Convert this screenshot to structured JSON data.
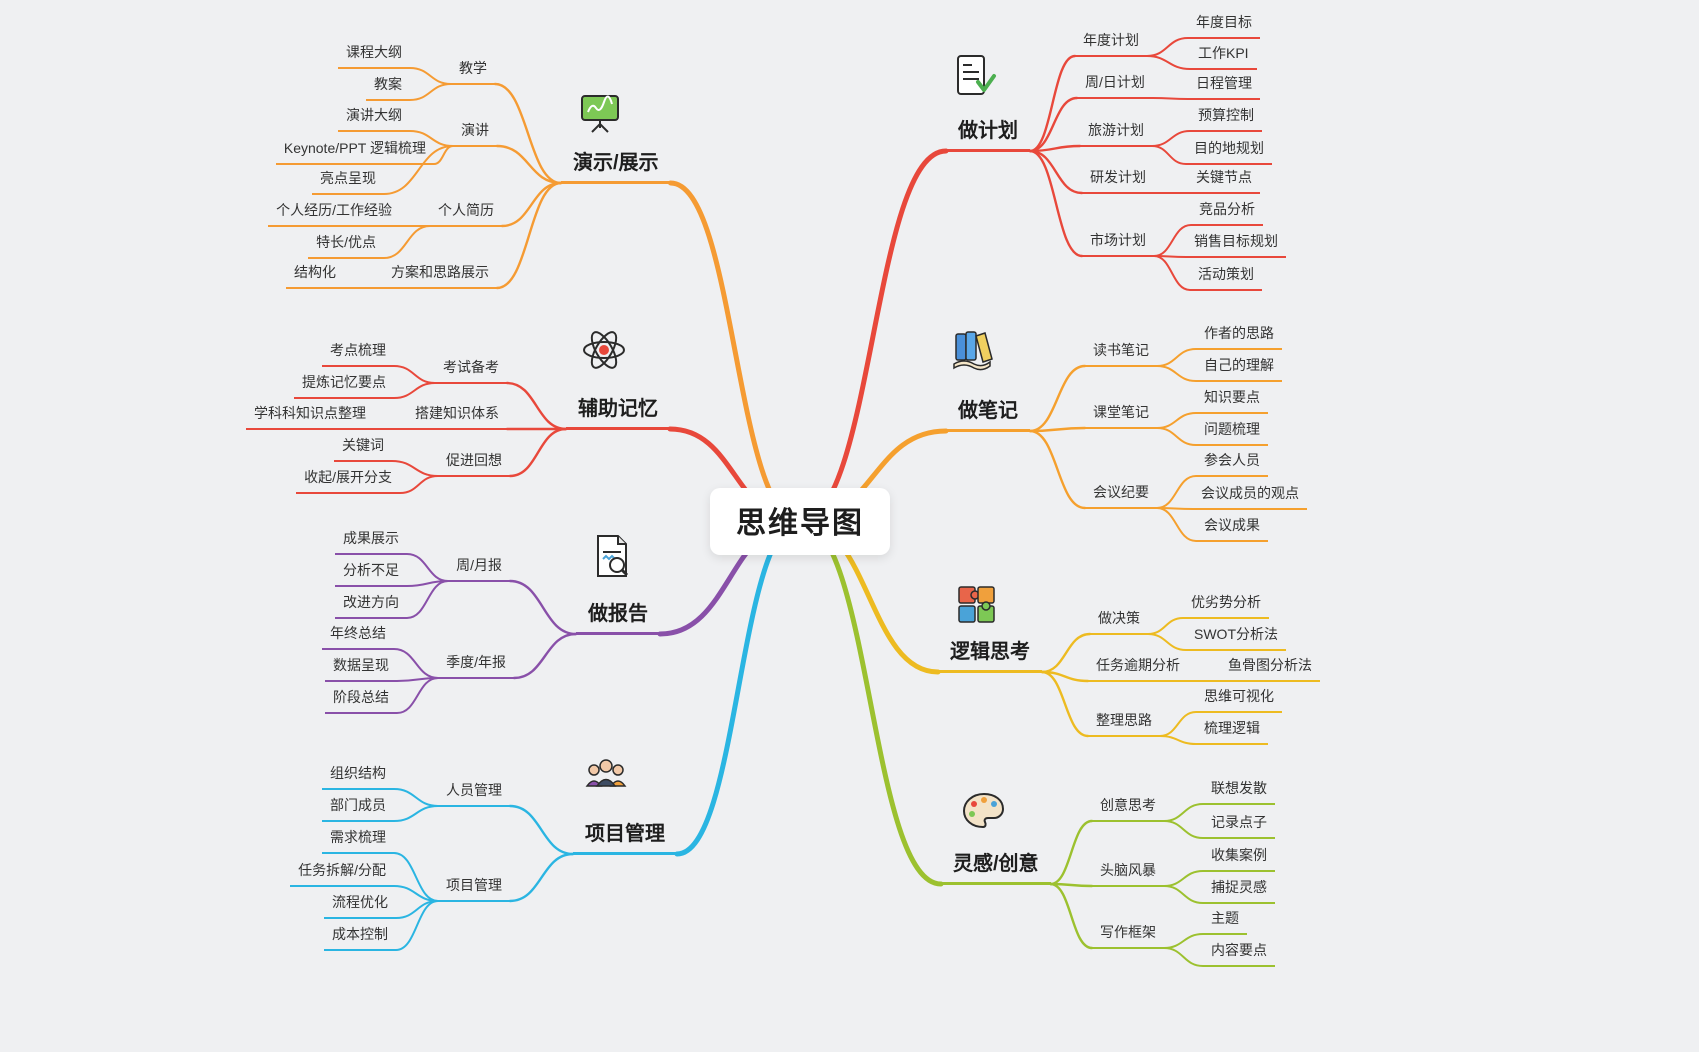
{
  "background_color": "#eff0f2",
  "center": {
    "label": "思维导图"
  },
  "branches": [
    {
      "label": "做计划",
      "color": "#e8483b",
      "icon": "clipboard-check-icon",
      "side": "right",
      "children": [
        {
          "label": "年度计划",
          "leaves": [
            "年度目标",
            "工作KPI"
          ]
        },
        {
          "label": "周/日计划",
          "leaves": [
            "日程管理"
          ]
        },
        {
          "label": "旅游计划",
          "leaves": [
            "预算控制",
            "目的地规划"
          ]
        },
        {
          "label": "研发计划",
          "leaves": [
            "关键节点"
          ]
        },
        {
          "label": "市场计划",
          "leaves": [
            "竞品分析",
            "销售目标规划",
            "活动策划"
          ]
        }
      ]
    },
    {
      "label": "做笔记",
      "color": "#f5a02e",
      "icon": "books-icon",
      "side": "right",
      "children": [
        {
          "label": "读书笔记",
          "leaves": [
            "作者的思路",
            "自己的理解"
          ]
        },
        {
          "label": "课堂笔记",
          "leaves": [
            "知识要点",
            "问题梳理"
          ]
        },
        {
          "label": "会议纪要",
          "leaves": [
            "参会人员",
            "会议成员的观点",
            "会议成果"
          ]
        }
      ]
    },
    {
      "label": "逻辑思考",
      "color": "#edbb21",
      "icon": "puzzle-icon",
      "side": "right",
      "children": [
        {
          "label": "做决策",
          "leaves": [
            "优劣势分析",
            "SWOT分析法"
          ]
        },
        {
          "label": "任务逾期分析",
          "leaves": [
            "鱼骨图分析法"
          ]
        },
        {
          "label": "整理思路",
          "leaves": [
            "思维可视化",
            "梳理逻辑"
          ]
        }
      ]
    },
    {
      "label": "灵感/创意",
      "color": "#9cc12f",
      "icon": "palette-icon",
      "side": "right",
      "children": [
        {
          "label": "创意思考",
          "leaves": [
            "联想发散",
            "记录点子"
          ]
        },
        {
          "label": "头脑风暴",
          "leaves": [
            "收集案例",
            "捕捉灵感"
          ]
        },
        {
          "label": "写作框架",
          "leaves": [
            "主题",
            "内容要点"
          ]
        }
      ]
    },
    {
      "label": "演示/展示",
      "color": "#f59b33",
      "icon": "presentation-board-icon",
      "side": "left",
      "children": [
        {
          "label": "教学",
          "leaves": [
            "课程大纲",
            "教案"
          ]
        },
        {
          "label": "演讲",
          "leaves": [
            "演讲大纲",
            "Keynote/PPT 逻辑梳理",
            "亮点呈现"
          ]
        },
        {
          "label": "个人简历",
          "leaves": [
            "个人经历/工作经验",
            "特长/优点"
          ]
        },
        {
          "label": "方案和思路展示",
          "leaves": [
            "结构化"
          ]
        }
      ]
    },
    {
      "label": "辅助记忆",
      "color": "#e8483b",
      "icon": "atom-icon",
      "side": "left",
      "children": [
        {
          "label": "考试备考",
          "leaves": [
            "考点梳理",
            "提炼记忆要点"
          ]
        },
        {
          "label": "搭建知识体系",
          "leaves": [
            "学科科知识点整理"
          ]
        },
        {
          "label": "促进回想",
          "leaves": [
            "关键词",
            "收起/展开分支"
          ]
        }
      ]
    },
    {
      "label": "做报告",
      "color": "#8950a9",
      "icon": "document-magnifier-icon",
      "side": "left",
      "children": [
        {
          "label": "周/月报",
          "leaves": [
            "成果展示",
            "分析不足",
            "改进方向"
          ]
        },
        {
          "label": "季度/年报",
          "leaves": [
            "年终总结",
            "数据呈现",
            "阶段总结"
          ]
        }
      ]
    },
    {
      "label": "项目管理",
      "color": "#2ab5e2",
      "icon": "team-icon",
      "side": "left",
      "children": [
        {
          "label": "人员管理",
          "leaves": [
            "组织结构",
            "部门成员"
          ]
        },
        {
          "label": "项目管理",
          "leaves": [
            "需求梳理",
            "任务拆解/分配",
            "流程优化",
            "成本控制"
          ]
        }
      ]
    }
  ]
}
